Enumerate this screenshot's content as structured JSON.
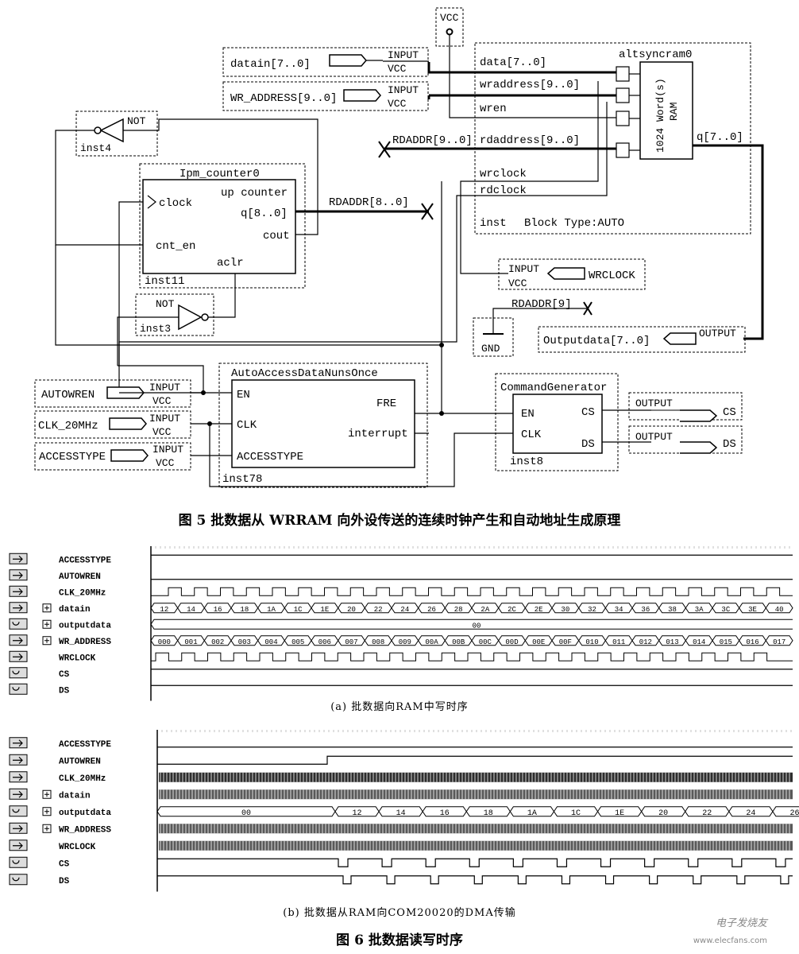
{
  "fig5": {
    "caption": "图 5  批数据从 WRRAM 向外设传送的连续时钟产生和自动地址生成原理",
    "vcc_top": "VCC",
    "input_word": "INPUT",
    "vcc_word": "VCC",
    "output_word": "OUTPUT",
    "pins": {
      "datain": "datain[7..0]",
      "wr_address": "WR_ADDRESS[9..0]",
      "autowren": "AUTOWREN",
      "clk": "CLK_20MHz",
      "accesstype": "ACCESSTYPE",
      "wrclock": "WRCLOCK",
      "outputdata": "Outputdata[7..0]",
      "cs": "CS",
      "ds": "DS"
    },
    "altsyncram": {
      "title": "altsyncram0",
      "data": "data[7..0]",
      "wraddress": "wraddress[9..0]",
      "wren": "wren",
      "rdaddress": "rdaddress[9..0]",
      "wrclock": "wrclock",
      "rdclock": "rdclock",
      "inst": "inst",
      "blocktype": "Block Type:AUTO",
      "ram1": "1024 Word(s)",
      "ram2": "RAM",
      "q": "q[7..0]"
    },
    "counter": {
      "title": "Ipm_counter0",
      "clock": "clock",
      "up": "up counter",
      "q": "q[8..0]",
      "cout": "cout",
      "cnt_en": "cnt_en",
      "aclr": "aclr",
      "inst": "inst11"
    },
    "not1": {
      "label": "NOT",
      "inst": "inst4"
    },
    "not2": {
      "label": "NOT",
      "inst": "inst3"
    },
    "rdaddr_8": "RDADDR[8..0]",
    "rdaddr_90": "RDADDR[9..0]",
    "rdaddr_9": "RDADDR[9]",
    "gnd": "GND",
    "auto": {
      "title": "AutoAccessDataNunsOnce",
      "en": "EN",
      "clk": "CLK",
      "accesstype": "ACCESSTYPE",
      "fre": "FRE",
      "interrupt": "interrupt",
      "inst": "inst78"
    },
    "cmd": {
      "title": "CommandGenerator",
      "en": "EN",
      "clk": "CLK",
      "cs": "CS",
      "ds": "DS",
      "inst": "inst8"
    }
  },
  "fig6": {
    "caption": "图 6  批数据读写时序",
    "a_caption": "(a) 批数据向RAM中写时序",
    "b_caption": "(b) 批数据从RAM向COM20020的DMA传输",
    "signals": [
      "ACCESSTYPE",
      "AUTOWREN",
      "CLK_20MHz",
      "datain",
      "outputdata",
      "WR_ADDRESS",
      "WRCLOCK",
      "CS",
      "DS"
    ],
    "a": {
      "datain": [
        "12",
        "14",
        "16",
        "18",
        "1A",
        "1C",
        "1E",
        "20",
        "22",
        "24",
        "26",
        "28",
        "2A",
        "2C",
        "2E",
        "30",
        "32",
        "34",
        "36",
        "38",
        "3A",
        "3C",
        "3E",
        "40"
      ],
      "outputdata": "00",
      "wr_address": [
        "000",
        "001",
        "002",
        "003",
        "004",
        "005",
        "006",
        "007",
        "008",
        "009",
        "00A",
        "00B",
        "00C",
        "00D",
        "00E",
        "00F",
        "010",
        "011",
        "012",
        "013",
        "014",
        "015",
        "016",
        "017"
      ]
    },
    "b": {
      "outputdata": [
        "00",
        "12",
        "14",
        "16",
        "18",
        "1A",
        "1C",
        "1E",
        "20",
        "22",
        "24",
        "26"
      ]
    }
  },
  "watermark": {
    "brand": "电子发烧友",
    "url": "www.elecfans.com"
  }
}
